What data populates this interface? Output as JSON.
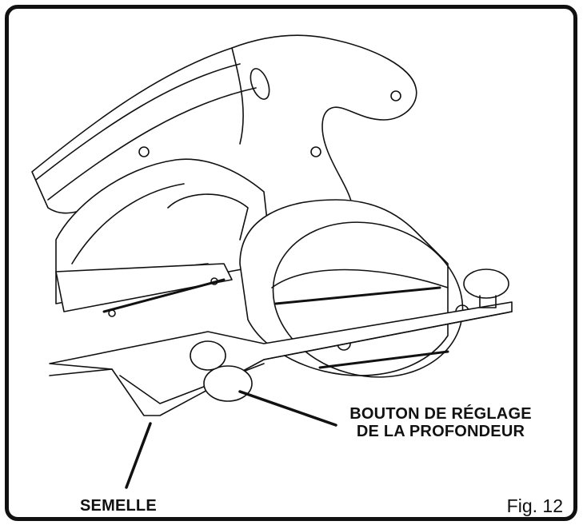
{
  "figure": {
    "fig_number": "Fig. 12"
  },
  "callouts": {
    "depth_knob_line1": "BOUTON DE RÉGLAGE",
    "depth_knob_line2": "DE LA PROFONDEUR",
    "base": "SEMELLE"
  }
}
